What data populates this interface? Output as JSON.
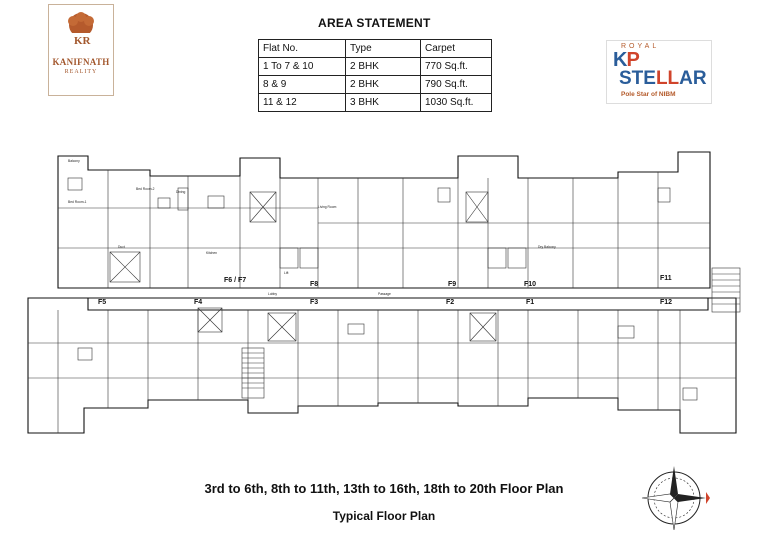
{
  "logo_left": {
    "name": "KANIFNATH",
    "sub": "REALITY"
  },
  "logo_right": {
    "royal": "ROYAL",
    "kp": "KP",
    "stellar": "STELLAR",
    "tagline": "Pole Star of NIBM"
  },
  "area_statement": {
    "title": "AREA STATEMENT",
    "headers": [
      "Flat No.",
      "Type",
      "Carpet"
    ],
    "rows": [
      [
        "1 To 7 & 10",
        "2 BHK",
        "770 Sq.ft."
      ],
      [
        "8 & 9",
        "2 BHK",
        "790 Sq.ft."
      ],
      [
        "11 & 12",
        "3 BHK",
        "1030 Sq.ft."
      ]
    ]
  },
  "plan": {
    "flats": [
      "F5",
      "F4",
      "F3",
      "F2",
      "F1",
      "F12",
      "F8",
      "F9",
      "F10",
      "F11",
      "F6 / F7"
    ],
    "rooms": [
      "Balcony",
      "Bed Room-1",
      "Bed Room-2",
      "Living Room",
      "Kitchen",
      "Dining",
      "Dry Balcony",
      "Duct",
      "Lift",
      "Passage",
      "Lobby"
    ]
  },
  "footer": {
    "main_title": "3rd to 6th, 8th to 11th, 13th to 16th, 18th to 20th Floor Plan",
    "sub_title": "Typical Floor Plan"
  },
  "compass_icon": "north-arrow-icon"
}
